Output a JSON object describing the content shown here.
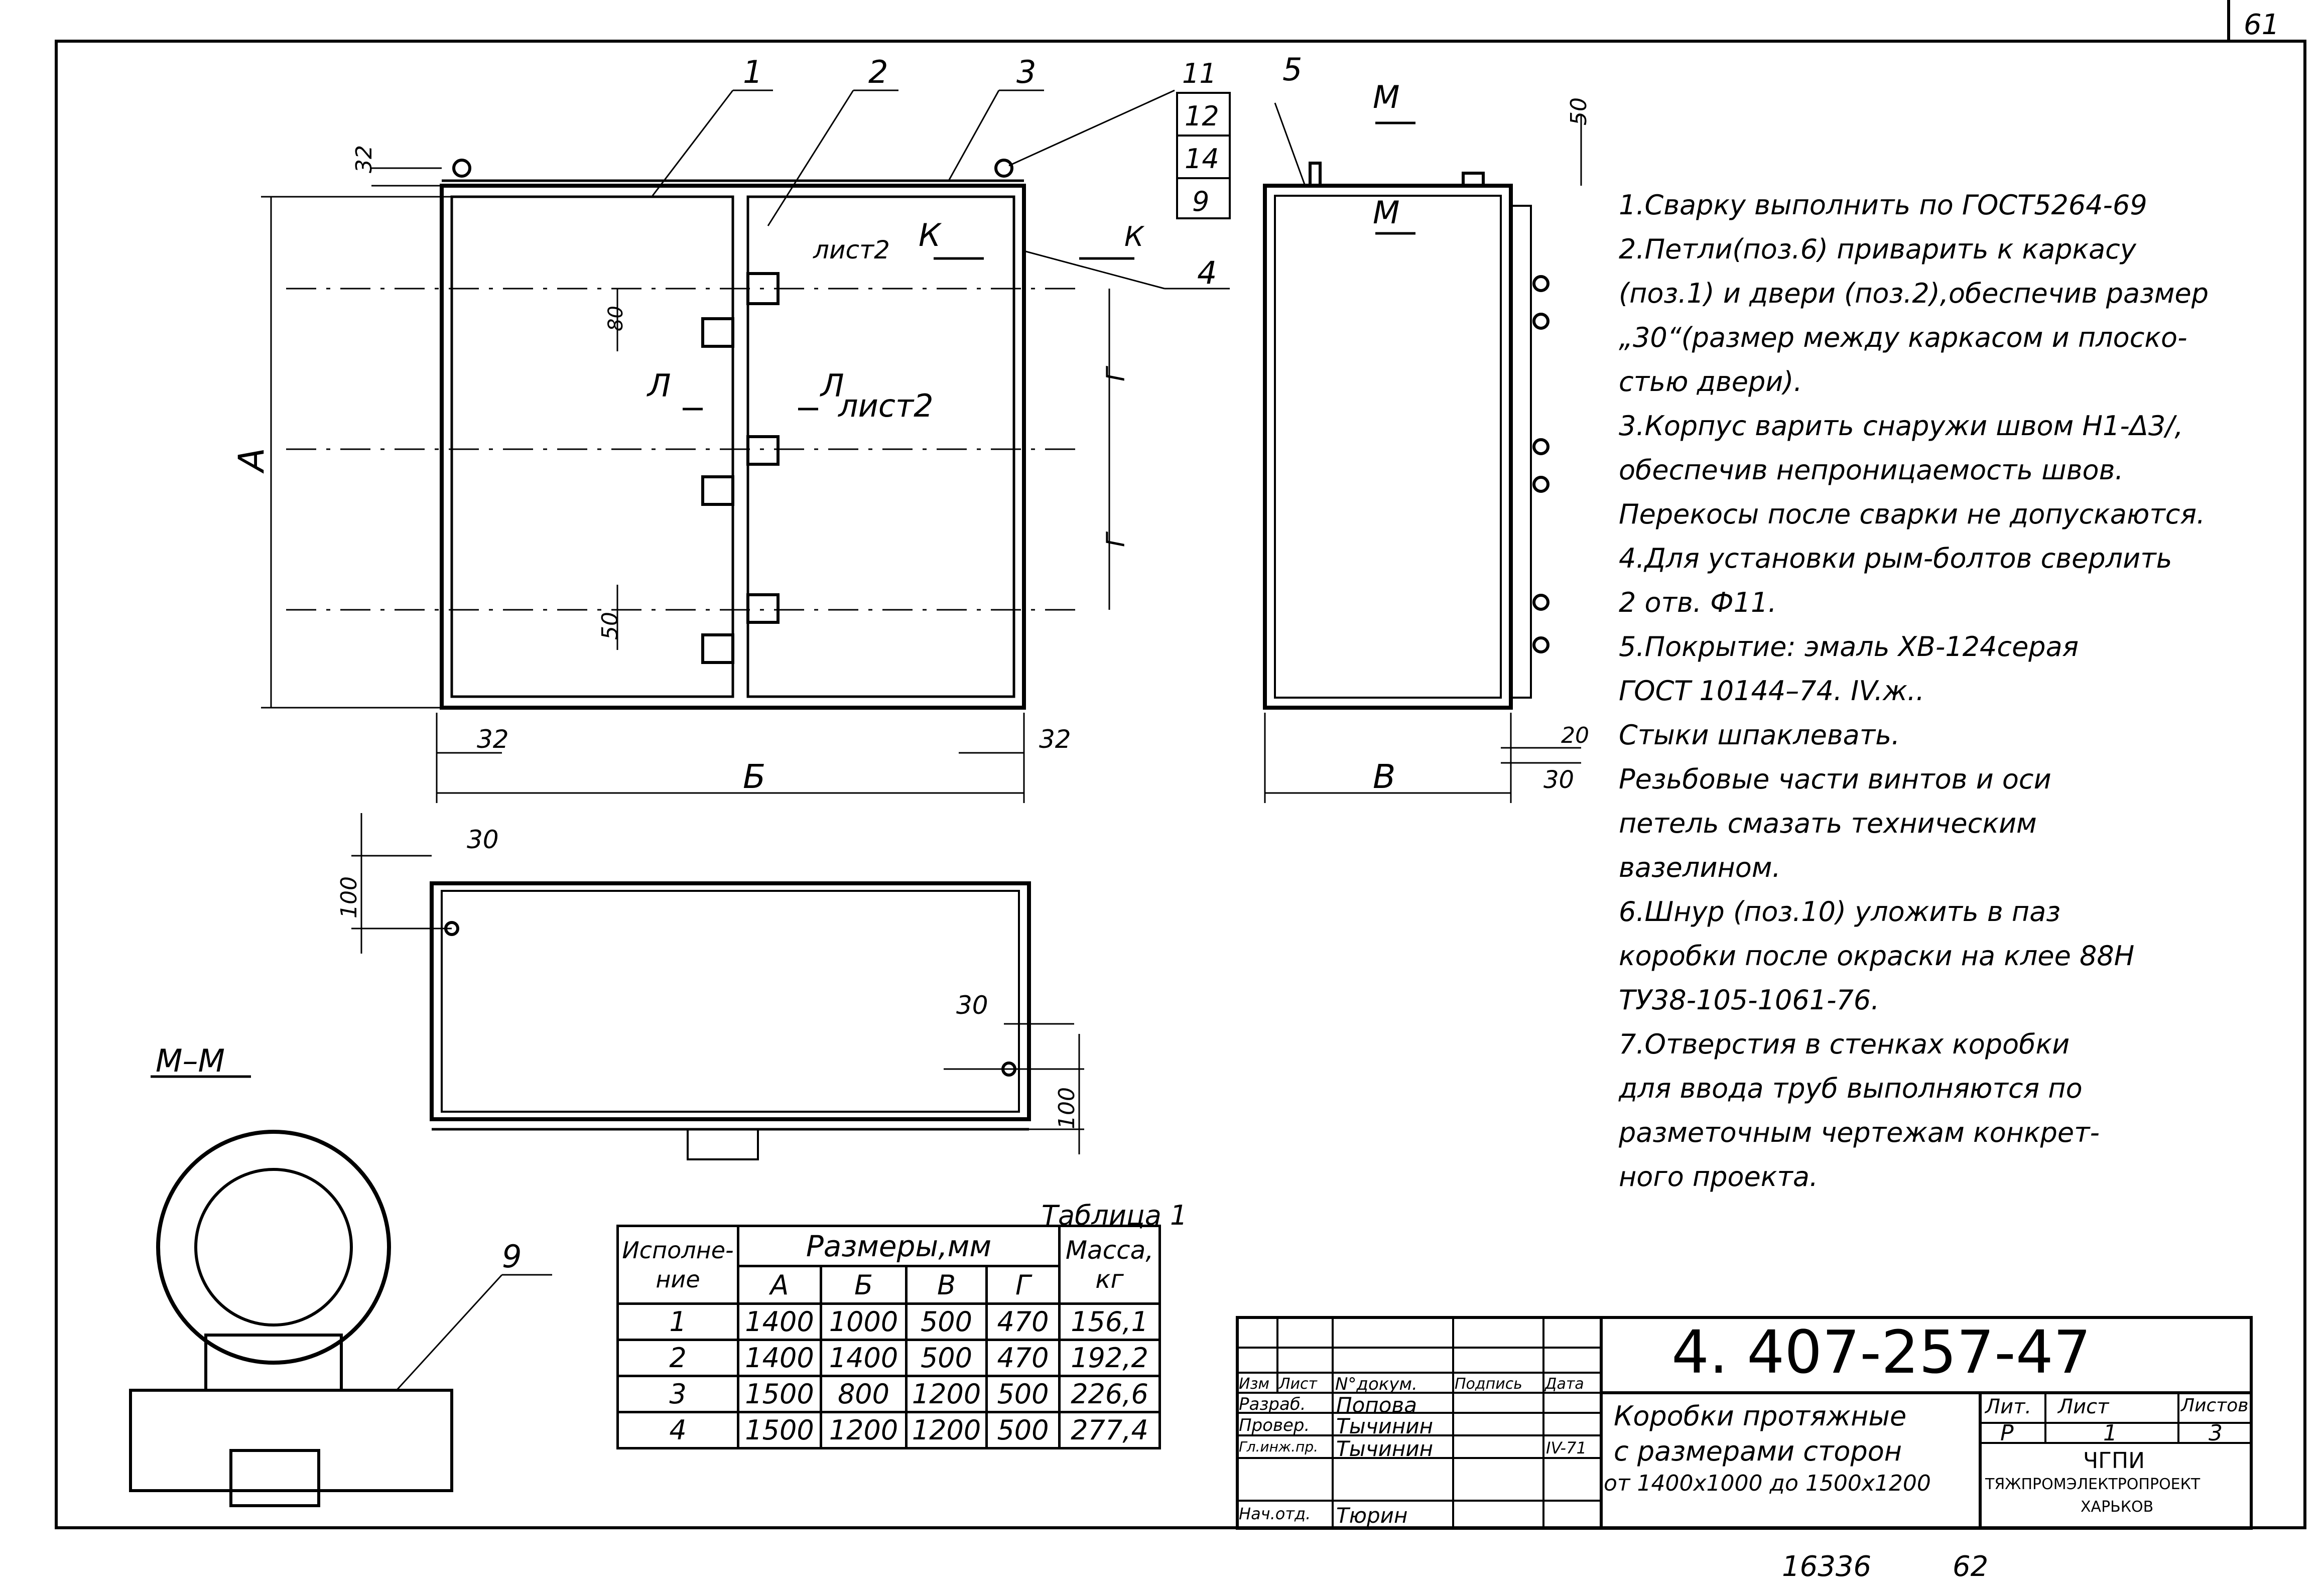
{
  "page_number": "61",
  "stamp_bottom": "16336",
  "stamp_bottom2": "62",
  "section_label": "М–М",
  "positions": {
    "p1": "1",
    "p2": "2",
    "p3": "3",
    "p4": "4",
    "p5": "5",
    "p9": "9",
    "p11": "11",
    "p12": "12",
    "p14": "14",
    "p9b": "9"
  },
  "dimensions": {
    "d32_top": "32",
    "d32_left": "32",
    "d32_right": "32",
    "d80": "80",
    "d50": "50",
    "d50_side": "50",
    "d20": "20",
    "d30_side": "30",
    "d30_bottom_top": "30",
    "d100_top": "100",
    "d30_bottom_right": "30",
    "d100_bottom": "100",
    "A": "А",
    "B_rus": "Б",
    "V": "В",
    "G1": "Г",
    "G2": "Г"
  },
  "view_labels": {
    "sheet2_k": "лист2",
    "k_left": "К",
    "k_right": "К",
    "l_left": "Л",
    "l_right": "Л",
    "sheet2_l": "лист2",
    "m_top": "М",
    "m_bottom": "М"
  },
  "notes": [
    "1.Сварку выполнить по ГОСТ5264-69",
    "2.Петли(поз.6) приварить к каркасу",
    "(поз.1) и двери (поз.2),обеспечив размер",
    "„30“(размер между каркасом и плоско-",
    "стью двери).",
    "3.Корпус варить снаружи швом Н1-Δ3/,",
    "обеспечив непроницаемость швов.",
    "Перекосы после сварки не допускаются.",
    "4.Для установки рым-болтов сверлить",
    "2 отв. Ф11.",
    "5.Покрытие: эмаль ХВ-124серая",
    "ГОСТ 10144–74. IV.ж..",
    "Стыки шпаклевать.",
    "Резьбовые части винтов и оси",
    "петель смазать техническим",
    "вазелином.",
    "6.Шнур (поз.10) уложить в паз",
    "коробки после окраски на клее 88Н",
    "ТУ38-105-1061-76.",
    "7.Отверстия в стенках коробки",
    "для ввода труб выполняются по",
    "разметочным чертежам конкрет-",
    "ного проекта."
  ],
  "table1": {
    "title": "Таблица 1",
    "col_exec": "Исполне-ние",
    "col_sizes": "Размеры,мм",
    "col_mass": "Масса, кг",
    "sub_cols": [
      "А",
      "Б",
      "В",
      "Г"
    ],
    "rows": [
      {
        "exec": "1",
        "A": "1400",
        "B": "1000",
        "V": "500",
        "G": "470",
        "mass": "156,1"
      },
      {
        "exec": "2",
        "A": "1400",
        "B": "1400",
        "V": "500",
        "G": "470",
        "mass": "192,2"
      },
      {
        "exec": "3",
        "A": "1500",
        "B": "800",
        "V": "1200",
        "G": "500",
        "mass": "226,6"
      },
      {
        "exec": "4",
        "A": "1500",
        "B": "1200",
        "V": "1200",
        "G": "500",
        "mass": "277,4"
      }
    ]
  },
  "title_block": {
    "doc_number": "4. 407-257-47",
    "name_line1": "Коробки протяжные",
    "name_line2": "с размерами сторон",
    "name_line3": "от 1400х1000 до 1500х1200",
    "h_izm": "Изм",
    "h_list": "Лист",
    "h_ndoc": "N°докум.",
    "h_sign": "Подпись",
    "h_date": "Дата",
    "r1_role": "Разраб.",
    "r1_name": "Попова",
    "r2_role": "Провер.",
    "r2_name": "Тычинин",
    "r3_role": "Гл.инж.пр.",
    "r3_name": "Тычинин",
    "r3_date": "IV-71",
    "r4_role": "Нач.отд.",
    "r4_name": "Тюрин",
    "lit_h": "Лит.",
    "sheet_h": "Лист",
    "sheets_h": "Листов",
    "lit_v": "Р",
    "sheet_v": "1",
    "sheets_v": "3",
    "org1": "ЧГПИ",
    "org2": "ТЯЖПРОМЭЛЕКТРОПРОЕКТ",
    "org3": "ХАРЬКОВ"
  }
}
